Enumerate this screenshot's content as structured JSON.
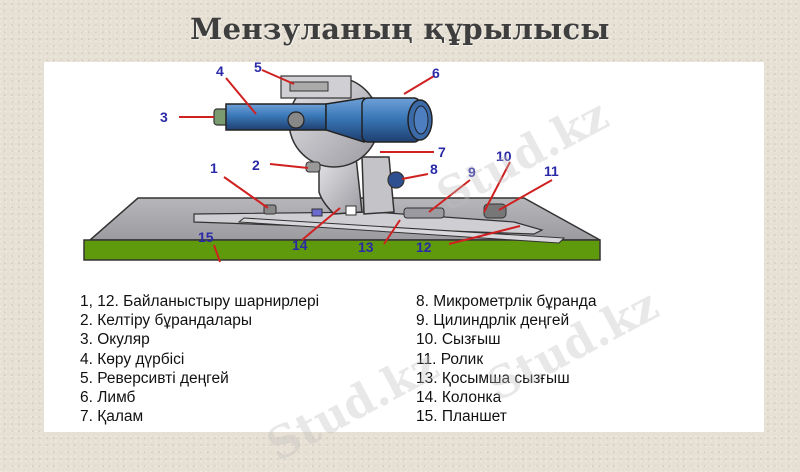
{
  "slide": {
    "title": "Мензуланың құрылысы",
    "watermark_text": "Stud.kz"
  },
  "diagram": {
    "callouts": [
      "1",
      "2",
      "3",
      "4",
      "5",
      "6",
      "7",
      "8",
      "9",
      "10",
      "11",
      "12",
      "13",
      "14",
      "15"
    ],
    "colors": {
      "callout_text": "#2a2aa8",
      "leader_line": "#d02020",
      "telescope": "#2f5f9a",
      "body_gray": "#b8b8bc",
      "board_top": "#a9a9ad",
      "board_base": "#5f9a0c",
      "background": "#e6e0d4"
    }
  },
  "legend": {
    "left": [
      "1, 12. Байланыстыру шарнирлері",
      "2. Келтіру бұрандалары",
      "3. Окуляр",
      "4. Көру дүрбісі",
      "5. Реверсивті деңгей",
      "6. Лимб",
      "7. Қалам"
    ],
    "right": [
      "8. Микрометрлік бұранда",
      "9. Цилиндрлік деңгей",
      "10. Сызғыш",
      "11. Ролик",
      "13. Қосымша сызғыш",
      "14. Колонка",
      "15. Планшет"
    ]
  }
}
